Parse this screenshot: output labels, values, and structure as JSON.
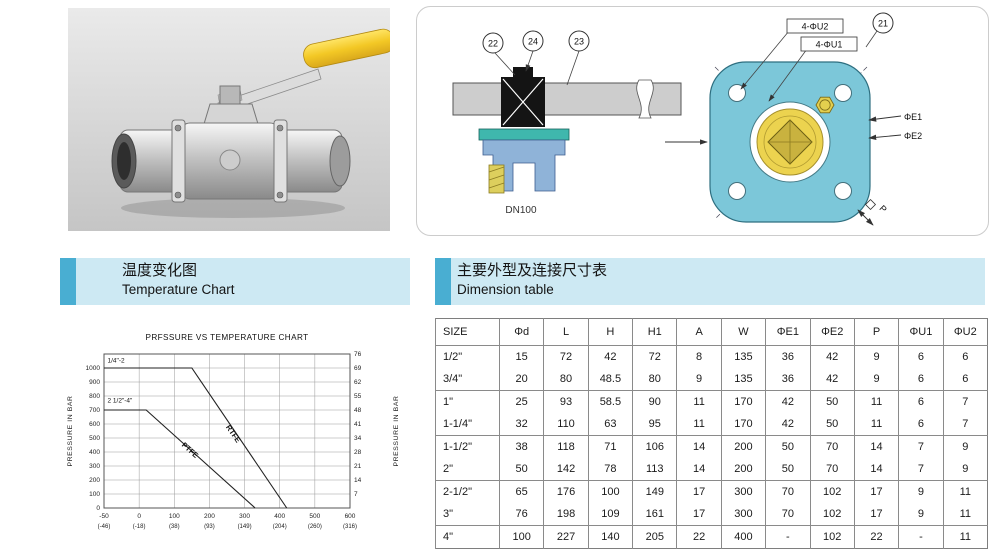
{
  "sections": {
    "temperature": {
      "title_cn": "温度变化图",
      "title_en": "Temperature Chart"
    },
    "dimension": {
      "title_cn": "主要外型及连接尺寸表",
      "title_en": "Dimension table"
    }
  },
  "diagrams": {
    "callout_22": "22",
    "callout_24": "24",
    "callout_23": "23",
    "callout_21": "21",
    "dn_label": "DN100",
    "label_4u2": "4-ΦU2",
    "label_4u1": "4-ΦU1",
    "label_e1": "ΦE1",
    "label_e2": "ΦE2",
    "label_p": "P"
  },
  "chart_data": {
    "type": "line",
    "title": "PRFSSURE VS TEMPERATURE CHART",
    "ylabel_left": "PRESSURE IN BAR",
    "ylabel_right": "PRESSURE IN BAR",
    "x_ticks": [
      -50,
      0,
      100,
      200,
      300,
      400,
      500,
      600
    ],
    "x_ticks_secondary": [
      "(-46)",
      "(-18)",
      "(38)",
      "(93)",
      "(149)",
      "(204)",
      "(260)",
      "(316)"
    ],
    "y_ticks_left": [
      0,
      100,
      200,
      300,
      400,
      500,
      600,
      700,
      800,
      900,
      1000
    ],
    "y_ticks_right": [
      7,
      14,
      21,
      28,
      34,
      41,
      48,
      55,
      62,
      69,
      76
    ],
    "y_max": 1100,
    "grid": true,
    "series": [
      {
        "name": "RTFE",
        "points": [
          [
            -50,
            1000
          ],
          [
            150,
            1000
          ],
          [
            420,
            0
          ]
        ],
        "label_at": [
          262,
          520
        ],
        "label_rotate": 55
      },
      {
        "name": "PTFE",
        "points": [
          [
            -50,
            700
          ],
          [
            20,
            700
          ],
          [
            330,
            0
          ]
        ],
        "label_at": [
          140,
          400
        ],
        "label_rotate": 42
      }
    ],
    "annotations": [
      {
        "text": "1/4\"-2",
        "x": -45,
        "y": 1040
      },
      {
        "text": "2 1/2\"-4\"",
        "x": -45,
        "y": 755
      }
    ]
  },
  "table": {
    "headers": [
      "SIZE",
      "Φd",
      "L",
      "H",
      "H1",
      "A",
      "W",
      "ΦE1",
      "ΦE2",
      "P",
      "ΦU1",
      "ΦU2"
    ],
    "rows": [
      [
        "1/2\"",
        "15",
        "72",
        "42",
        "72",
        "8",
        "135",
        "36",
        "42",
        "9",
        "6",
        "6"
      ],
      [
        "3/4\"",
        "20",
        "80",
        "48.5",
        "80",
        "9",
        "135",
        "36",
        "42",
        "9",
        "6",
        "6"
      ],
      [
        "1\"",
        "25",
        "93",
        "58.5",
        "90",
        "11",
        "170",
        "42",
        "50",
        "11",
        "6",
        "7"
      ],
      [
        "1-1/4\"",
        "32",
        "110",
        "63",
        "95",
        "11",
        "170",
        "42",
        "50",
        "11",
        "6",
        "7"
      ],
      [
        "1-1/2\"",
        "38",
        "118",
        "71",
        "106",
        "14",
        "200",
        "50",
        "70",
        "14",
        "7",
        "9"
      ],
      [
        "2\"",
        "50",
        "142",
        "78",
        "113",
        "14",
        "200",
        "50",
        "70",
        "14",
        "7",
        "9"
      ],
      [
        "2-1/2\"",
        "65",
        "176",
        "100",
        "149",
        "17",
        "300",
        "70",
        "102",
        "17",
        "9",
        "11"
      ],
      [
        "3\"",
        "76",
        "198",
        "109",
        "161",
        "17",
        "300",
        "70",
        "102",
        "17",
        "9",
        "11"
      ],
      [
        "4\"",
        "100",
        "227",
        "140",
        "205",
        "22",
        "400",
        "-",
        "102",
        "22",
        "-",
        "11"
      ]
    ],
    "group_breaks": [
      1,
      3,
      5,
      7
    ]
  }
}
